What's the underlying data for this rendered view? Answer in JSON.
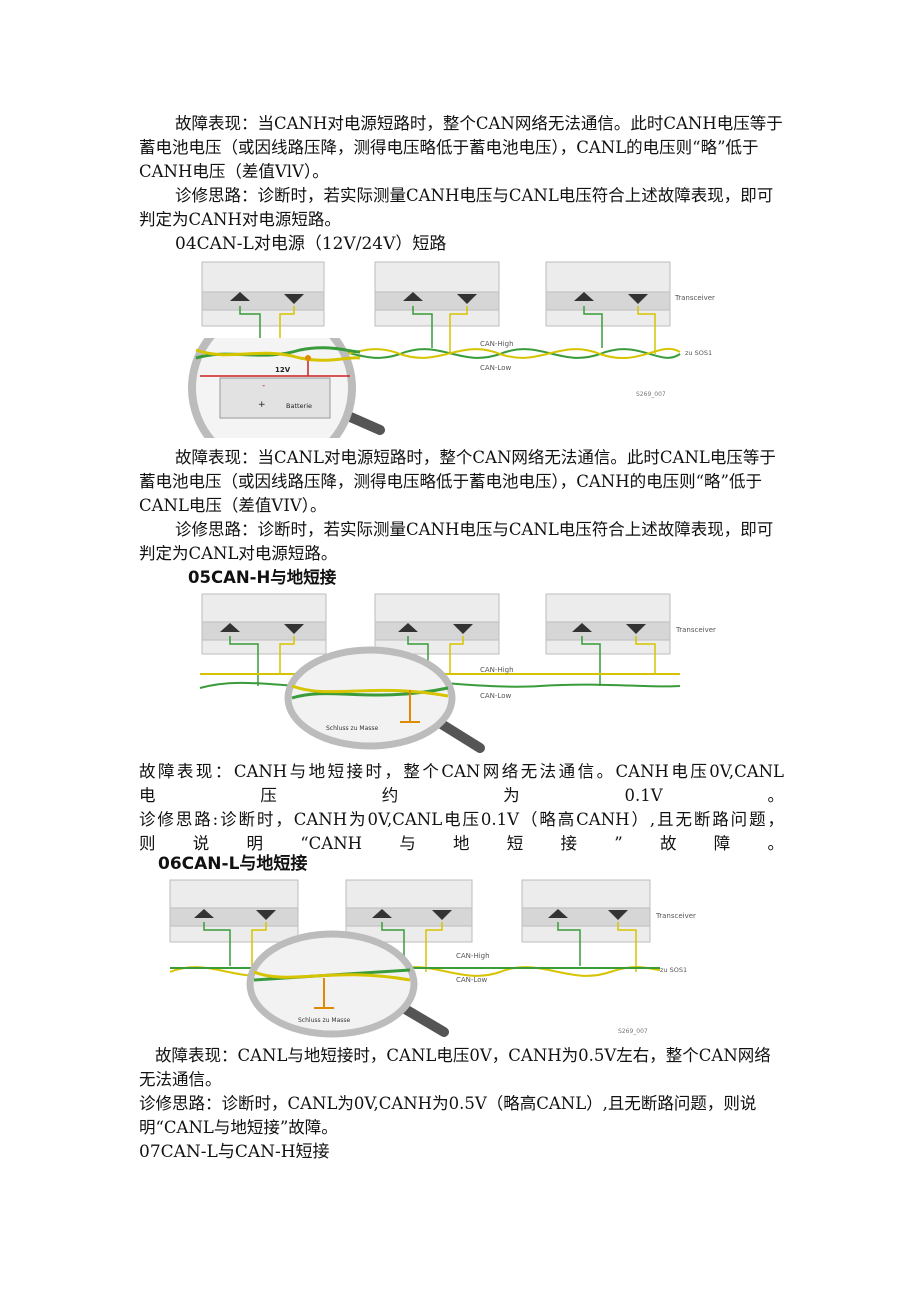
{
  "sections": [
    {
      "fault_text": "故障表现：当CANH对电源短路时，整个CAN网络无法通信。此时CANH电压等于蓄电池电压（或因线路压降，测得电压略低于蓄电池电压），CANL的电压则“略”低于CANH电压（差值VlV）。",
      "diag_text": "诊修思路：诊断时，若实际测量CANH电压与CANL电压符合上述故障表现，即可判定为CANH对电源短路。"
    },
    {
      "heading": "04CAN-L对电源（12V/24V）短路",
      "figure": {
        "transceiver": "Transceiver",
        "can_high": "CAN-High",
        "can_low": "CAN-Low",
        "zu": "zu SOS1",
        "voltage": "12V",
        "minus": "-",
        "plus": "+",
        "battery": "Batterie",
        "code": "S269_007"
      },
      "fault_text": "故障表现：当CANL对电源短路时，整个CAN网络无法通信。此时CANL电压等于蓄电池电压（或因线路压降，测得电压略低于蓄电池电压），CANH的电压则“略”低于CANL电压（差值VIV）。",
      "diag_text": "诊修思路：诊断时，若实际测量CANH电压与CANL电压符合上述故障表现，即可判定为CANL对电源短路。"
    },
    {
      "heading": "05CAN-H与地短接",
      "figure": {
        "transceiver": "Transceiver",
        "can_high": "CAN-High",
        "can_low": "CAN-Low",
        "ground": "Schluss zu Masse"
      },
      "fault_line1": "故障表现：CANH与地短接时，整个CAN网络无法通信。CANH电压0V,CANL",
      "fault_line2": "电压约为0.1V。",
      "diag_line1": "诊修思路:诊断时，CANH为0V,CANL电压0.1V（略高CANH）,且无断路问题，",
      "diag_line2": "则说明“CANH与地短接”故障。"
    },
    {
      "heading": "06CAN-L与地短接",
      "figure": {
        "transceiver": "Transceiver",
        "can_high": "CAN-High",
        "can_low": "CAN-Low",
        "zu": "zu SOS1",
        "ground": "Schluss zu Masse",
        "code": "S269_007"
      },
      "fault_text": "故障表现：CANL与地短接时，CANL电压0V，CANH为0.5V左右，整个CAN网络无法通信。",
      "diag_text": "诊修思路：诊断时，CANL为0V,CANH为0.5V（略高CANL）,且无断路问题，则说明“CANL与地短接”故障。"
    },
    {
      "heading": "07CAN-L与CAN-H短接"
    }
  ]
}
